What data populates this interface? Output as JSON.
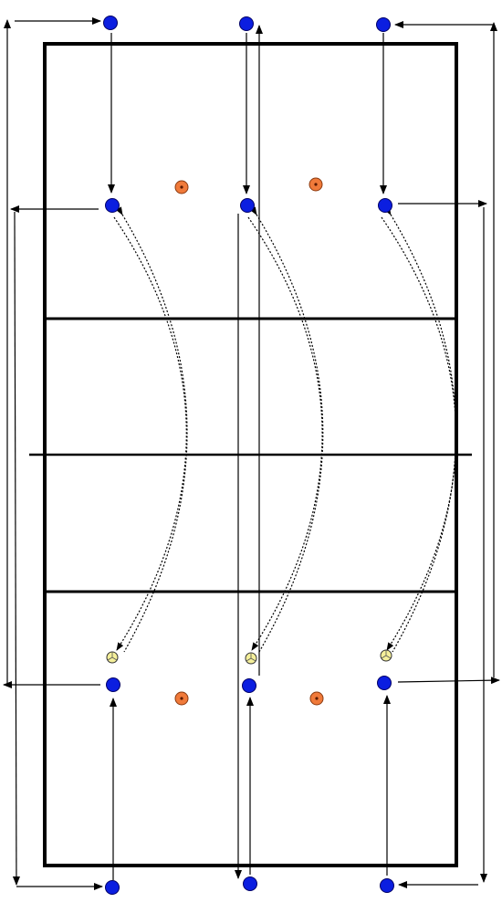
{
  "colors": {
    "background": "#ffffff",
    "court_line": "#000000",
    "player": "#0b1ee0",
    "player_outline": "#000066",
    "cone": "#f07a3a",
    "cone_dot": "#5a1a00",
    "ball": "#f4ef9a",
    "arrow": "#000000"
  },
  "icons": {
    "player": "player-dot-icon",
    "cone": "cone-marker-icon",
    "ball": "volleyball-icon",
    "movement": "solid-arrow-icon",
    "pass": "dotted-double-arrow-icon"
  },
  "players_per_side": 3,
  "cones_per_side": 2,
  "balls": 3
}
